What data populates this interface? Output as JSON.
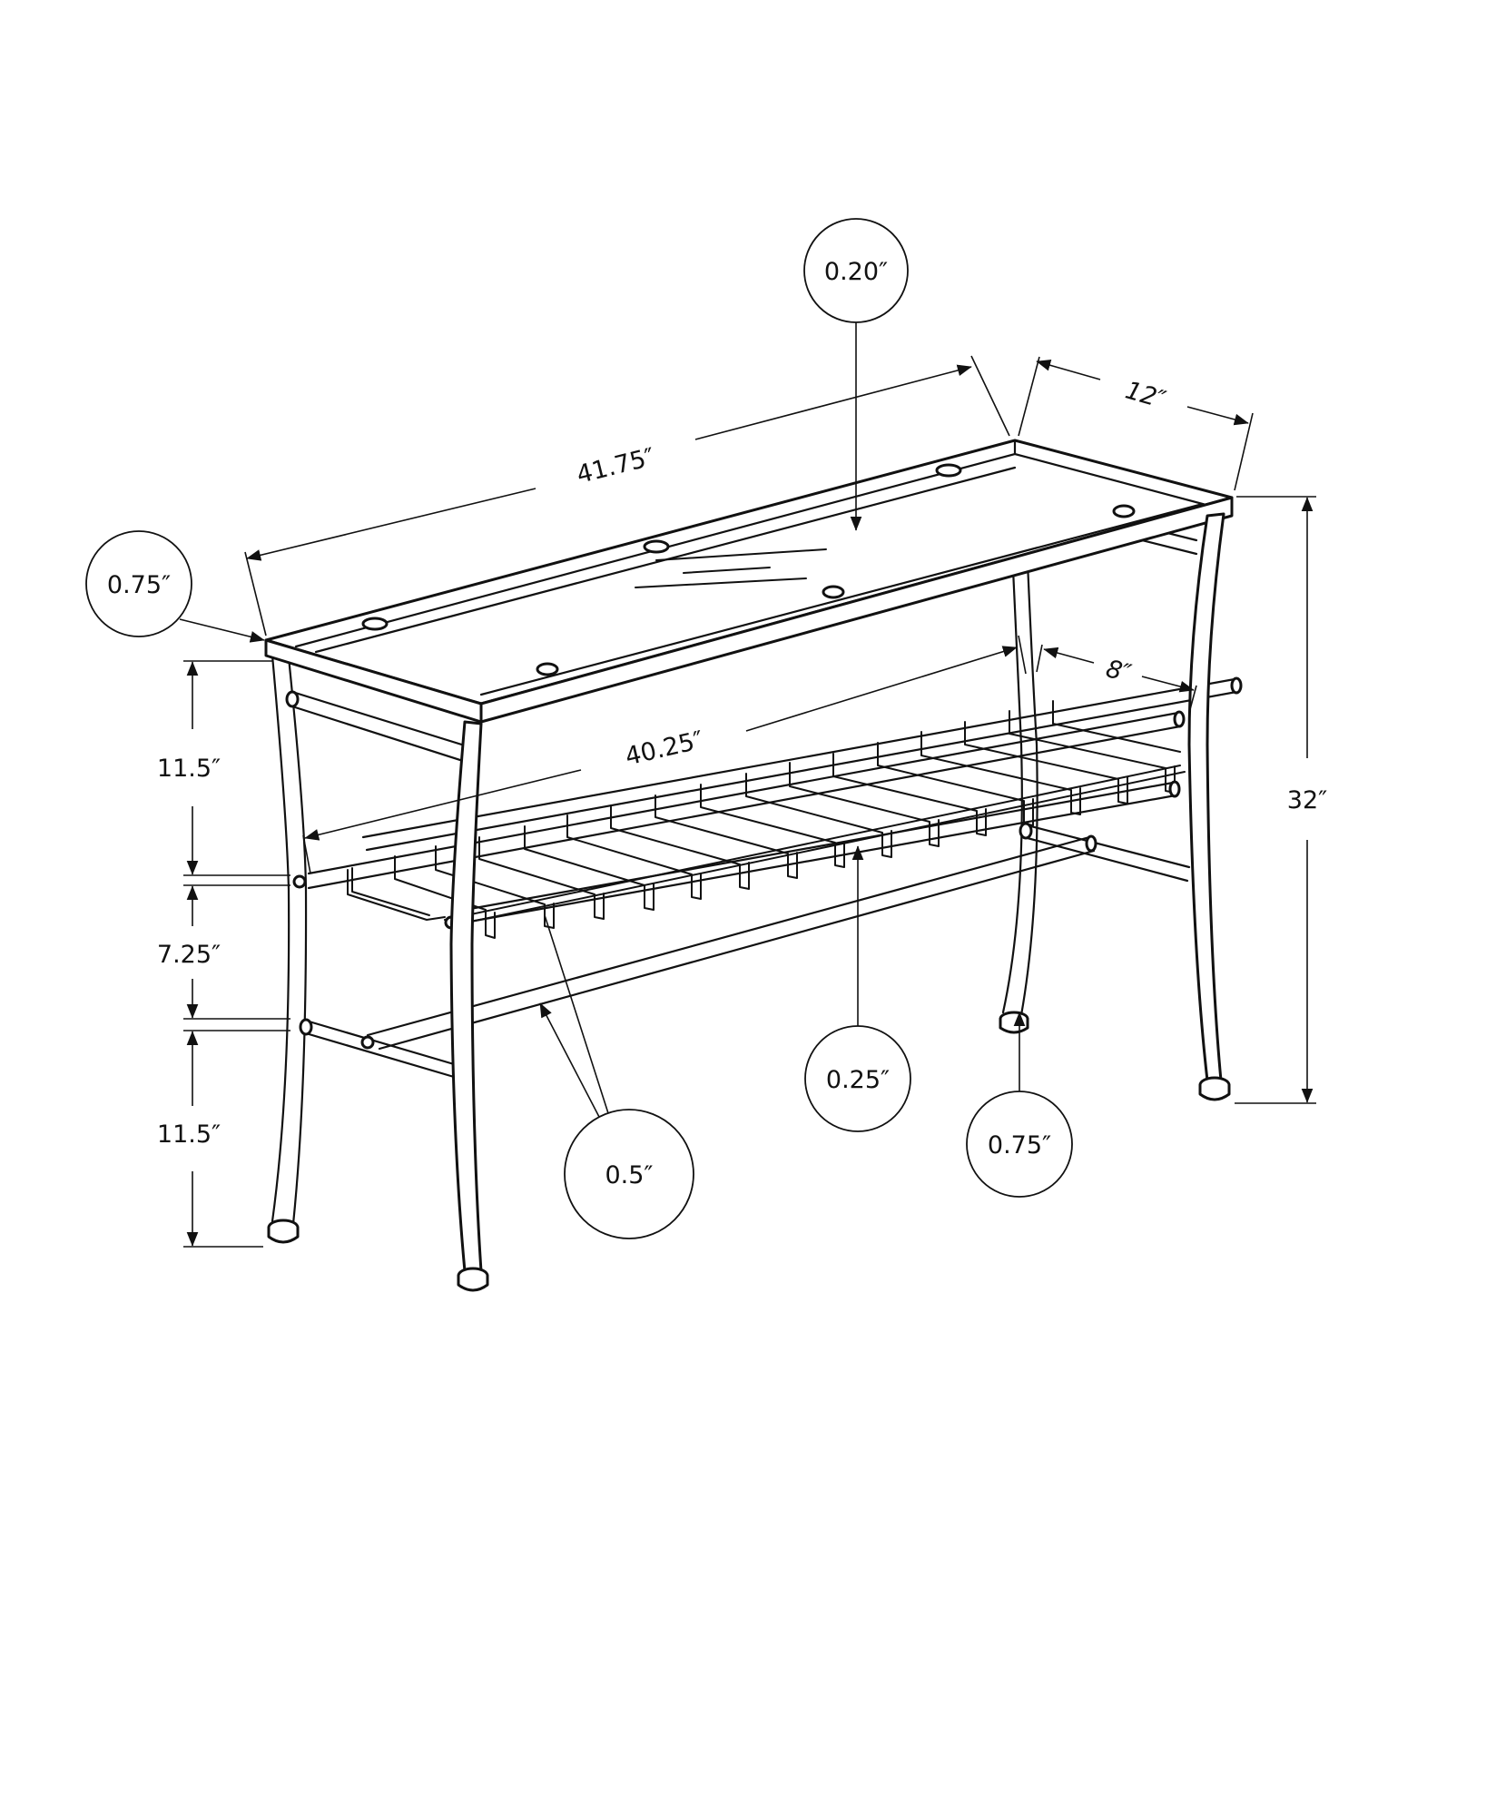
{
  "diagram": {
    "type": "product-dimension-drawing",
    "subject": "metal console table with glass top and wine rack shelf",
    "line_color": "#111111",
    "background": "#ffffff"
  },
  "dimensions": {
    "top_length": "41.75″",
    "top_depth": "12″",
    "shelf_length": "40.25″",
    "shelf_depth": "8″",
    "total_height": "32″",
    "top_to_rack": "11.5″",
    "rack_to_lower_rail": "7.25″",
    "lower_rail_to_floor": "11.5″"
  },
  "callouts": {
    "glass_thickness": "0.20″",
    "frame_thickness": "0.75″",
    "rack_wire": "0.25″",
    "rail_diameter": "0.5″",
    "foot_pad": "0.75″"
  }
}
